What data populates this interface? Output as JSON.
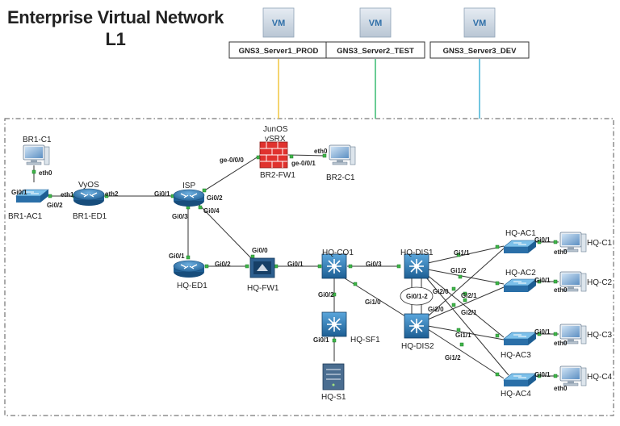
{
  "title": {
    "line1": "Enterprise Virtual Network",
    "line2": "L1"
  },
  "vm_label": "VM",
  "servers": [
    {
      "name": "GNS3_Server1_PROD",
      "color": "#f2c94c"
    },
    {
      "name": "GNS3_Server2_TEST",
      "color": "#44c07a"
    },
    {
      "name": "GNS3_Server3_DEV",
      "color": "#4fb8d8"
    }
  ],
  "devices": {
    "br1_c1": "BR1-C1",
    "br1_ac1": "BR1-AC1",
    "br1_ed1_os": "VyOS",
    "br1_ed1": "BR1-ED1",
    "isp": "ISP",
    "br2_fw1_os1": "JunOS",
    "br2_fw1_os2": "vSRX",
    "br2_fw1": "BR2-FW1",
    "br2_c1": "BR2-C1",
    "hq_ed1": "HQ-ED1",
    "hq_fw1": "HQ-FW1",
    "hq_co1": "HQ-CO1",
    "hq_sf1": "HQ-SF1",
    "hq_s1": "HQ-S1",
    "hq_dis1": "HQ-DIS1",
    "hq_dis2": "HQ-DIS2",
    "hq_ac1": "HQ-AC1",
    "hq_ac2": "HQ-AC2",
    "hq_ac3": "HQ-AC3",
    "hq_ac4": "HQ-AC4",
    "hq_c1": "HQ-C1",
    "hq_c2": "HQ-C2",
    "hq_c3": "HQ-C3",
    "hq_c4": "HQ-C4"
  },
  "ports": {
    "br1c1_eth0": "eth0",
    "br1ac1_gi01": "Gi0/1",
    "br1ac1_gi02": "Gi0/2",
    "ed1_eth1": "eth1",
    "ed1_eth2": "eth2",
    "isp_gi01": "Gi0/1",
    "isp_gi02": "Gi0/2",
    "isp_gi03": "Gi0/3",
    "isp_gi04": "Gi0/4",
    "fw_ge000": "ge-0/0/0",
    "fw_ge001": "ge-0/0/1",
    "br2c1_eth0": "eth0",
    "hqed1_gi01": "Gi0/1",
    "hqed1_gi02": "Gi0/2",
    "hqfw1_gi00": "Gi0/0",
    "hqfw1_gi01": "Gi0/1",
    "co1_gi02": "Gi0/2",
    "co1_gi03": "Gi0/3",
    "co1_gi10": "Gi1/0",
    "sf1_gi01": "Gi0/1",
    "dis1_gi11": "Gi1/1",
    "dis1_gi12": "Gi1/2",
    "dis1_gi20": "Gi2/0",
    "dis_link": "Gi0/1-2",
    "dis2_gi20": "Gi2/0",
    "dis_gi21a": "Gi2/1",
    "dis_gi21b": "Gi2/1",
    "dis2_gi11": "Gi1/1",
    "dis2_gi12": "Gi1/2",
    "ac1_gi01": "Gi0/1",
    "ac2_gi01": "Gi0/1",
    "ac3_gi01": "Gi0/1",
    "ac4_gi01": "Gi0/1",
    "c1_eth0": "eth0",
    "c2_eth0": "eth0",
    "c3_eth0": "eth0",
    "c4_eth0": "eth0"
  }
}
